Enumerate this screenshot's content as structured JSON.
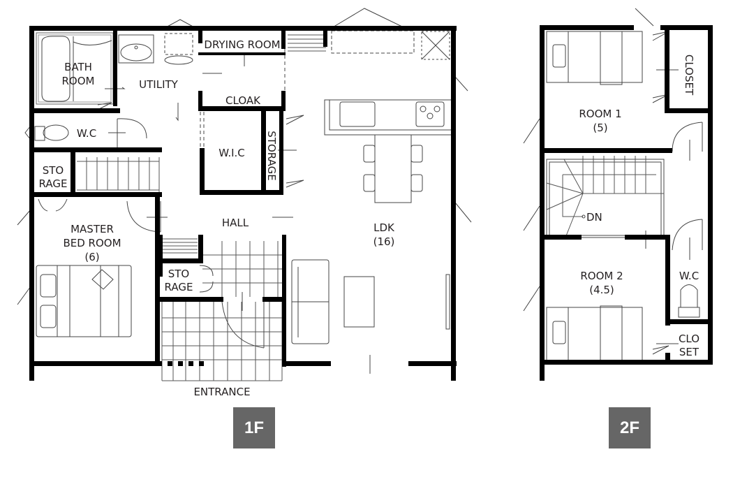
{
  "floors": [
    {
      "id": "1F",
      "badge_label": "1F",
      "rooms": [
        {
          "name": "bath-room",
          "label_lines": [
            "BATH",
            "ROOM"
          ]
        },
        {
          "name": "utility",
          "label_lines": [
            "UTILITY"
          ]
        },
        {
          "name": "drying-room",
          "label_lines": [
            "DRYING ROOM"
          ]
        },
        {
          "name": "cloak",
          "label_lines": [
            "CLOAK"
          ]
        },
        {
          "name": "wc-1f",
          "label_lines": [
            "W.C"
          ]
        },
        {
          "name": "wic",
          "label_lines": [
            "W.I.C"
          ]
        },
        {
          "name": "storage-vertical",
          "label_lines": [
            "STORAGE"
          ]
        },
        {
          "name": "storage-stairs",
          "label_lines": [
            "STO",
            "RAGE"
          ]
        },
        {
          "name": "master-bed-room",
          "label_lines": [
            "MASTER",
            "BED ROOM",
            "(6)"
          ]
        },
        {
          "name": "hall",
          "label_lines": [
            "HALL"
          ]
        },
        {
          "name": "storage-entrance",
          "label_lines": [
            "STO",
            "RAGE"
          ]
        },
        {
          "name": "ldk",
          "label_lines": [
            "LDK",
            "(16)"
          ]
        },
        {
          "name": "entrance",
          "label_lines": [
            "ENTRANCE"
          ]
        }
      ]
    },
    {
      "id": "2F",
      "badge_label": "2F",
      "rooms": [
        {
          "name": "room-1",
          "label_lines": [
            "ROOM 1",
            "(5)"
          ]
        },
        {
          "name": "closet",
          "label_lines": [
            "CLOSET"
          ]
        },
        {
          "name": "stairs-down",
          "label_lines": [
            "DN"
          ]
        },
        {
          "name": "room-2",
          "label_lines": [
            "ROOM 2",
            "(4.5)"
          ]
        },
        {
          "name": "wc-2f",
          "label_lines": [
            "W.C"
          ]
        },
        {
          "name": "closet-small",
          "label_lines": [
            "CLO",
            "SET"
          ]
        }
      ]
    }
  ],
  "colors": {
    "wall": "#000000",
    "line": "#231f20",
    "badge_bg": "#666666",
    "badge_text": "#ffffff"
  }
}
